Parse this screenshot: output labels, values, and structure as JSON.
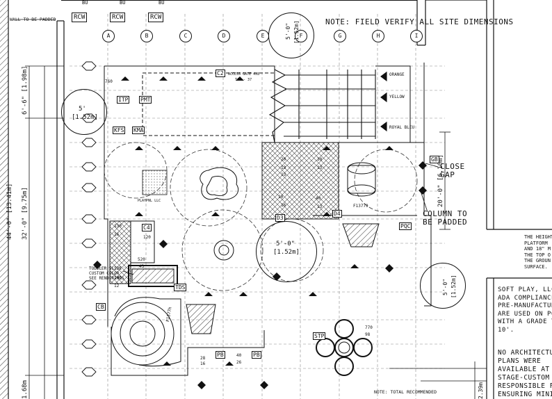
{
  "top_note": "NOTE: FIELD VERIFY ALL SITE DIMENSIONS",
  "wall_note": "WALL TO BE PADDED",
  "gridline_labels": [
    "A",
    "B",
    "C",
    "D",
    "E",
    "F",
    "G",
    "H",
    "I"
  ],
  "top_tags": [
    "RCW",
    "RCW",
    "RCW"
  ],
  "top_bubbles": [
    "BU",
    "BU",
    "BU"
  ],
  "left_dimensions": [
    "6'-6\" [1.98m]",
    "44'-0\" [13.41m]",
    "32'-0\" [9.75m]",
    "1.68m"
  ],
  "right_dimension": "20'-0\" [6.10m]",
  "bottom_dimension": "2.39m",
  "circle_clearances": [
    {
      "feet": "5'",
      "metric": "[1.52m]"
    },
    {
      "feet": "5'-0\"",
      "metric": "[1.52m]"
    },
    {
      "feet": "5'-0\"",
      "metric": "[1.52m]"
    },
    {
      "feet": "5'-0\"",
      "metric": "[1.52m]"
    }
  ],
  "slide_colors": [
    "ORANGE",
    "YELLOW",
    "ROYAL BLEU"
  ],
  "component_tags": [
    "ITP",
    "PMT",
    "KFS",
    "KMA",
    "TDS",
    "PB",
    "PB",
    "STP",
    "CB",
    "GB",
    "PQC",
    "C2",
    "C4",
    "D4",
    "D3"
  ],
  "deck_heights": [
    "20",
    "30",
    "13",
    "10",
    "16",
    "40",
    "13",
    "760",
    "130",
    "16",
    "120",
    "520",
    "43",
    "140",
    "12",
    "770",
    "98",
    "40",
    "26",
    "28",
    "16",
    "13",
    "13"
  ],
  "small_labels": {
    "access_gate": "ACCESS GATE 4x8",
    "access_gate_sub": "TAN - 37",
    "playpanel": "PLAYPNL LLC",
    "f13779": "F13779",
    "f1377h": "F1377h"
  },
  "callouts": {
    "close_gap": "CLOSE\nGAP",
    "column_padded": "COLUMN TO\nBE PADDED",
    "toddler_slide": "TODDLER SLIDE\nCUSTOM COLOR\nSEE RENDERINGS"
  },
  "right_notes": {
    "height": "THE HEIGHT\nPLATFORM\nAND 18\" M\nTHE TOP O\nTHE GROUN\nSURFACE.",
    "soft_play": "SOFT PLAY, LLC.\nADA COMPLIANCE\nPRE-MANUFACTUR\nARE USED ON PO\nWITH A GRADE TO\n10'.",
    "no_arch": "NO ARCHITECTU\nPLANS WERE\nAVAILABLE AT D\nSTAGE-CUSTOM\nRESPONSIBLE F\nENSURING MINI"
  },
  "bottom_note": "NOTE: TOTAL RECOMMENDED"
}
